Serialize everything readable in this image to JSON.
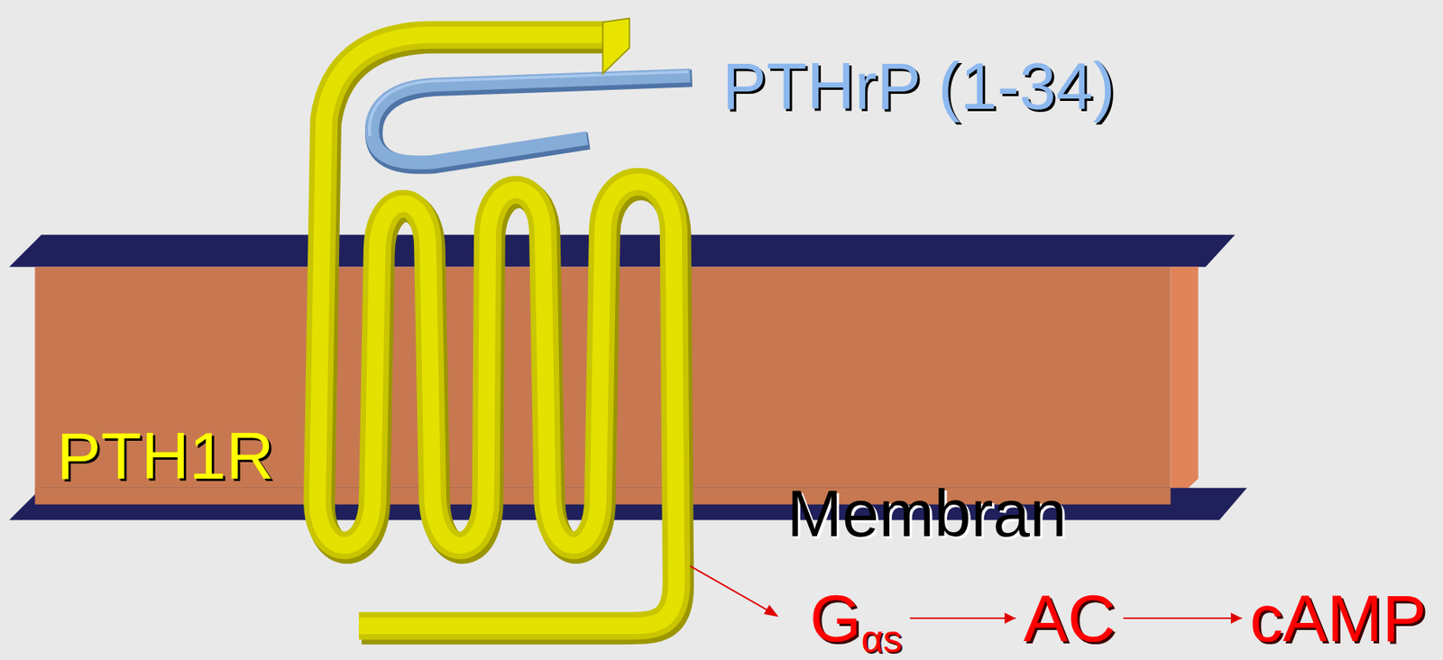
{
  "diagram": {
    "nodes": [
      {
        "text": [
          "Gαs"
        ]
      },
      {
        "text": [
          "AC"
        ]
      },
      {
        "text": [
          "cAMP"
        ]
      }
    ],
    "edges": [
      {
        "from": 0,
        "to": 1,
        "arrow": "to"
      },
      {
        "from": 1,
        "to": 2,
        "arrow": "to"
      }
    ],
    "labels": [
      "PTHrP (1-34)",
      "PTH1R",
      "Membran"
    ]
  }
}
